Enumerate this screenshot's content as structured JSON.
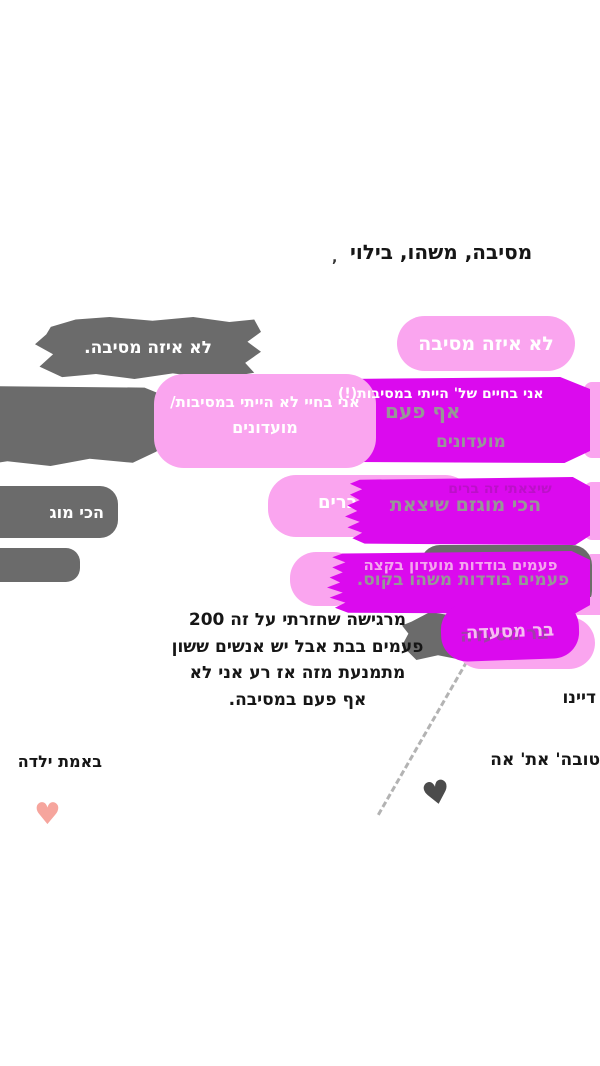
{
  "header": {
    "title": "מסיבה, משהו, בילוי",
    "stray": ","
  },
  "row1": {
    "left": "לא איזה מסיבה.",
    "right": "לא איזה מסיבה"
  },
  "row2": {
    "pink_line1": "אני בחיי לא הייתי במסיבות/",
    "pink_line2": "מועדונים",
    "overlay": "אני בחיים של' הייתי במסיבות(!)",
    "gray_word1": "אף פעם",
    "gray_word2": "מועדונים"
  },
  "row3": {
    "gray_left": "הכי מוג",
    "pink": "זה ברים",
    "magenta_small": "שיצאתי זה ברים",
    "magenta_gray": "הכי מוגזם שיצאת"
  },
  "row4": {
    "light_text": "פעמים בודדות מועדון בקצה",
    "gray_text": "פעמים בודדות משהו בקוס."
  },
  "row5": {
    "magenta": "בר מסעדה"
  },
  "paragraph": {
    "line1": "מרגישה שחזרתי על זה 200",
    "line2": "פעמים בבת אבל יש אנשים ששון",
    "line3": "מתמנעת מזה אז רע אני לא",
    "line4": "אף פעם במסיבה."
  },
  "footer": {
    "dayenu": "דיינו",
    "right_text": "טובה' את' אה",
    "left_text": "באמת ילדה",
    "dark_heart": "♥",
    "pink_heart": "♥"
  },
  "colors": {
    "pink": "#FAA5EF",
    "magenta": "#DB0AEE",
    "gray": "#6B6B6B"
  }
}
